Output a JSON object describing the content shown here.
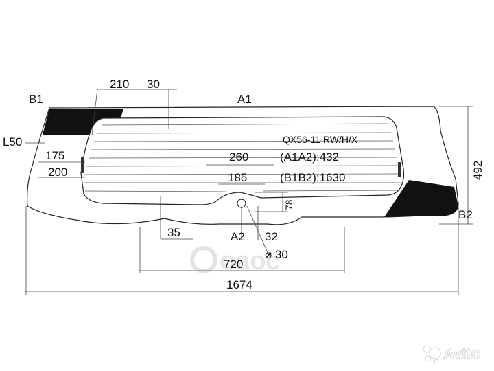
{
  "labels": {
    "b1": "B1",
    "a1": "A1",
    "l50": "L50",
    "d210": "210",
    "d30_top": "30",
    "model": "QX56-11 RW/H/X",
    "d260": "260",
    "a1a2": "(A1A2):432",
    "d185": "185",
    "b1b2": "(B1B2):1630",
    "d175": "175",
    "d200": "200",
    "d492": "492",
    "d78": "78",
    "b2": "B2",
    "d35": "35",
    "a2": "A2",
    "d32": "32",
    "d30_hole": "⌀ 30",
    "d720": "720",
    "d1674": "1674"
  },
  "watermarks": {
    "brand": "оаос",
    "site": "Avito"
  },
  "colors": {
    "line": "#222222",
    "ceramic": "#111111",
    "watermark": "#e6e6e6"
  }
}
